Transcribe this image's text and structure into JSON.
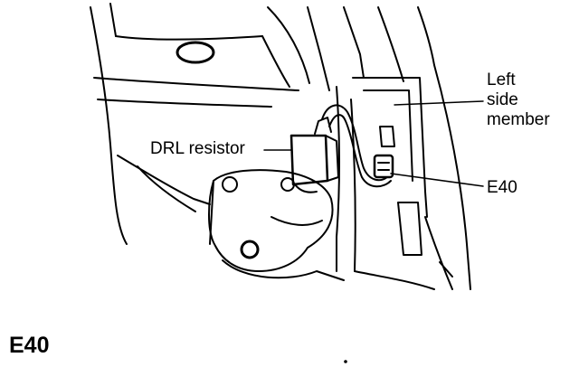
{
  "callouts": {
    "side_member": [
      "Left",
      "side",
      "member"
    ],
    "drl_resistor": "DRL resistor",
    "connector": "E40"
  },
  "figure_id": "E40",
  "colors": {
    "ink": "#000000",
    "paper": "#ffffff"
  }
}
